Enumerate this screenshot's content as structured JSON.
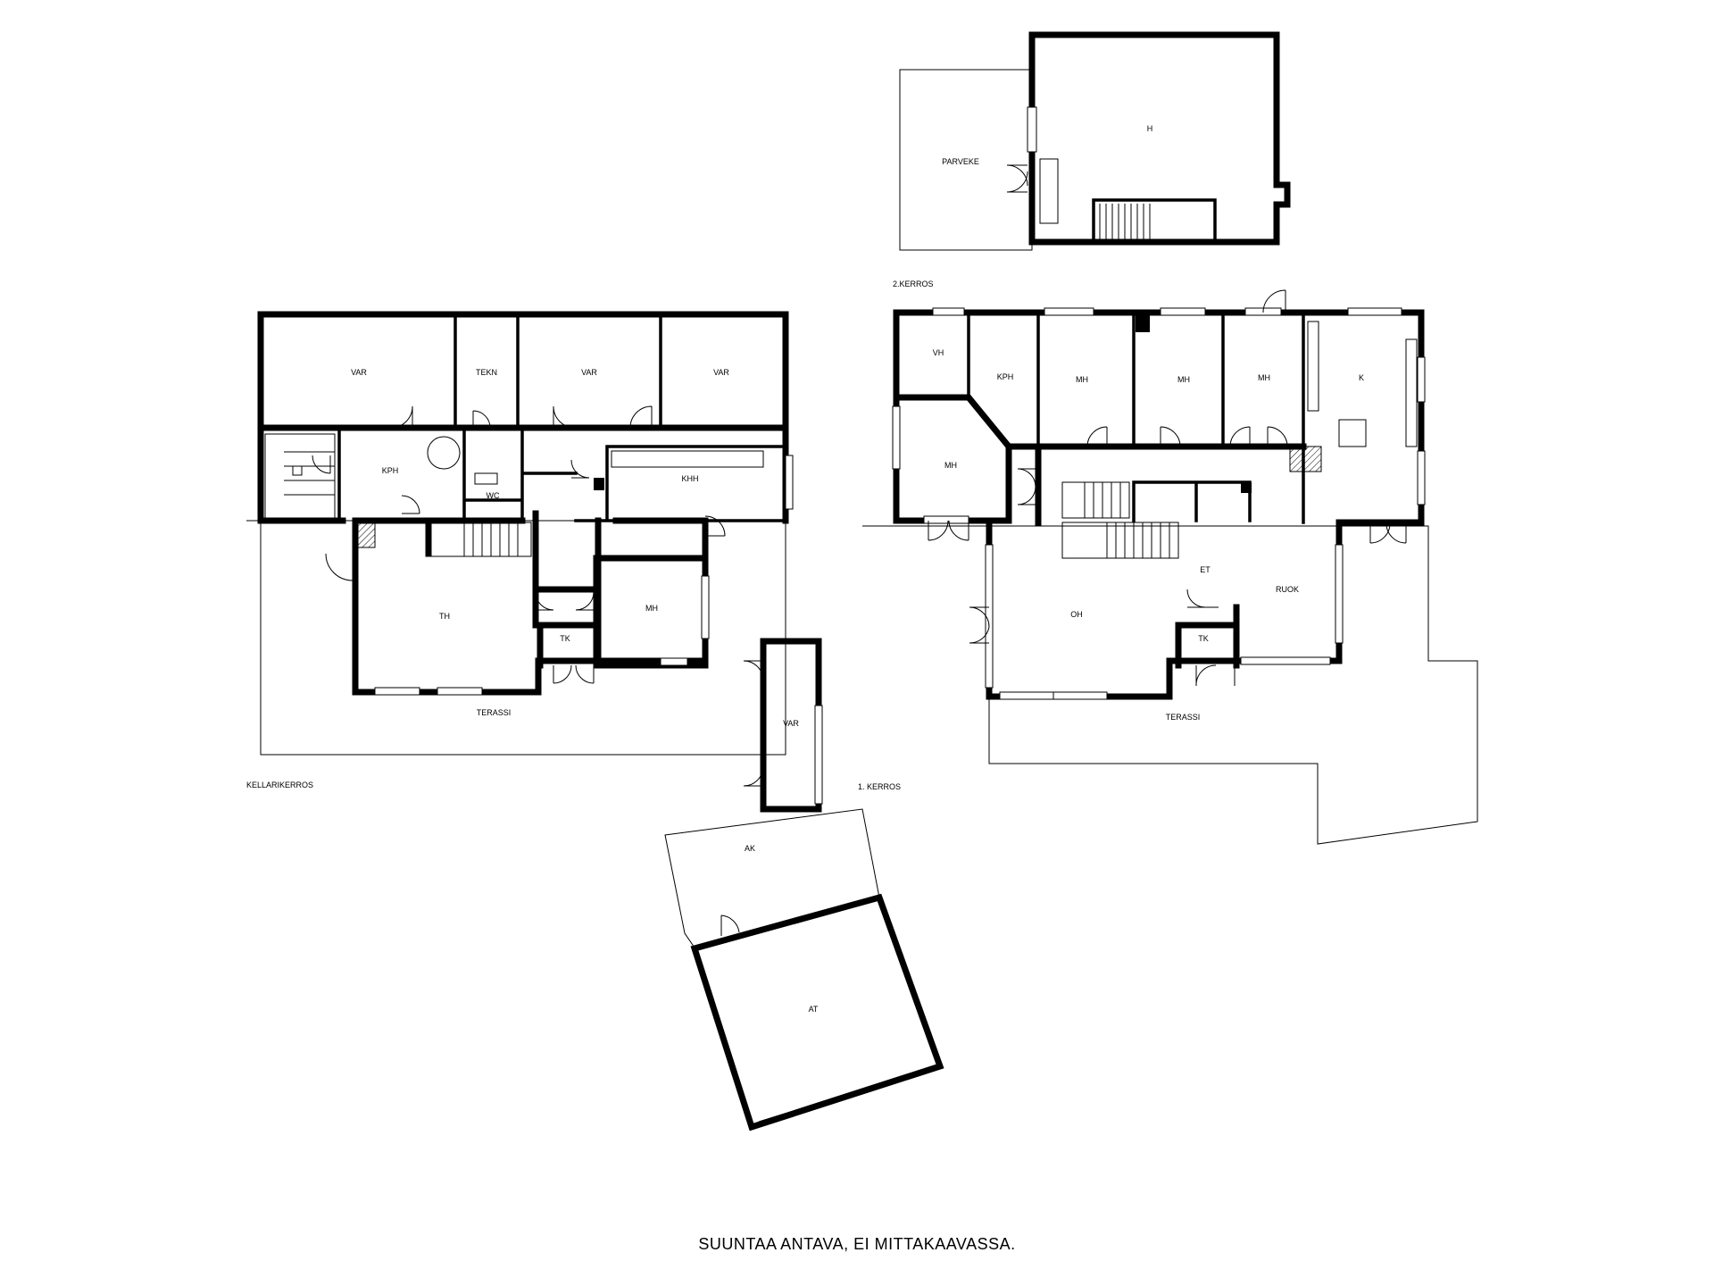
{
  "floors": {
    "kellari": "KELLARIKERROS",
    "first": "1. KERROS",
    "second": "2.KERROS"
  },
  "rooms": {
    "kellari": {
      "var1": "VAR",
      "tekn": "TEKN",
      "var2": "VAR",
      "var3": "VAR",
      "kph": "KPH",
      "wc": "WC",
      "kuh": "KHH",
      "th": "TH",
      "mh": "MH",
      "tk": "TK",
      "terassi": "TERASSI"
    },
    "outbuilding": {
      "var": "VAR",
      "ak": "AK",
      "at": "AT"
    },
    "first": {
      "vh": "VH",
      "kph": "KPH",
      "mh1": "MH",
      "mh2": "MH",
      "mh3": "MH",
      "k": "K",
      "mh4": "MH",
      "et": "ET",
      "ruok": "RUOK",
      "oh": "OH",
      "tk": "TK",
      "terassi": "TERASSI"
    },
    "second": {
      "parveke": "PARVEKE",
      "h": "H"
    }
  },
  "caption": "SUUNTAA ANTAVA, EI MITTAKAAVASSA."
}
